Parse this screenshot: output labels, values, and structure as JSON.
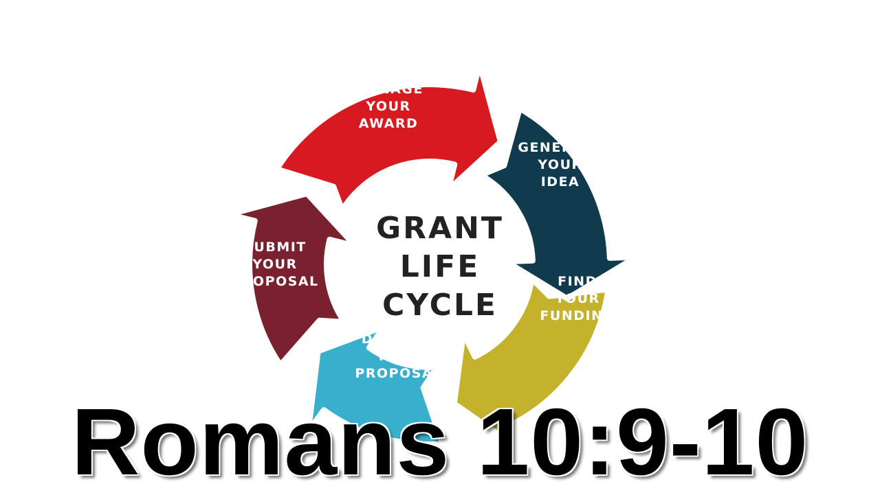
{
  "diagram": {
    "center_label": "GRANT\nLIFE\nCYCLE",
    "steps": [
      {
        "label": "MANAGE\nYOUR\nAWARD",
        "color": "#d71920"
      },
      {
        "label": "GENERATE\nYOUR\nIDEA",
        "color": "#0f3b4c"
      },
      {
        "label": "FIND\nYOUR\nFUNDING",
        "color": "#c4b22c"
      },
      {
        "label": "DEVELOP\nYOUR\nPROPOSAL",
        "color": "#39b0cb"
      },
      {
        "label": "SUBMIT\nYOUR\nPROPOSAL",
        "color": "#7a2130"
      }
    ]
  },
  "title": "Romans 10:9-10"
}
